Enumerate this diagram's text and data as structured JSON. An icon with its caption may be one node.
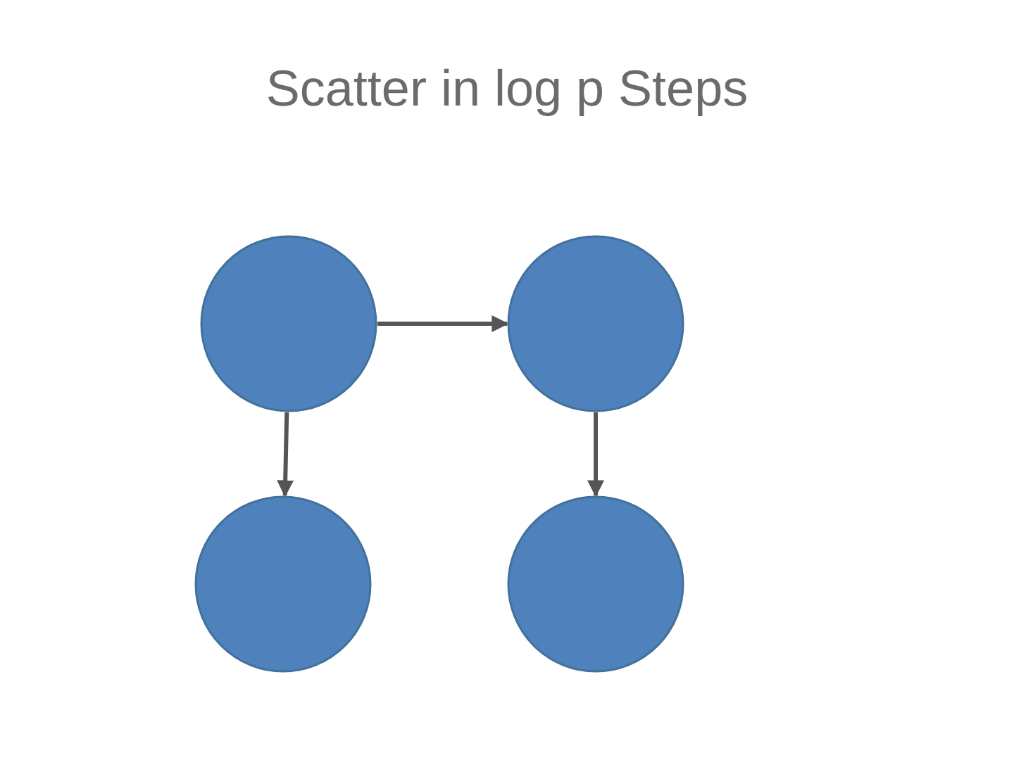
{
  "diagram": {
    "title": "Scatter in log p Steps",
    "nodes": [
      {
        "text": [],
        "shape": "circle"
      },
      {
        "text": [],
        "shape": "circle"
      },
      {
        "text": [],
        "shape": "circle"
      },
      {
        "text": [],
        "shape": "circle"
      }
    ],
    "edges": [
      {
        "from": 0,
        "to": 1,
        "arrow": "to"
      },
      {
        "from": 0,
        "to": 2,
        "arrow": "to"
      },
      {
        "from": 1,
        "to": 3,
        "arrow": "to"
      }
    ]
  }
}
